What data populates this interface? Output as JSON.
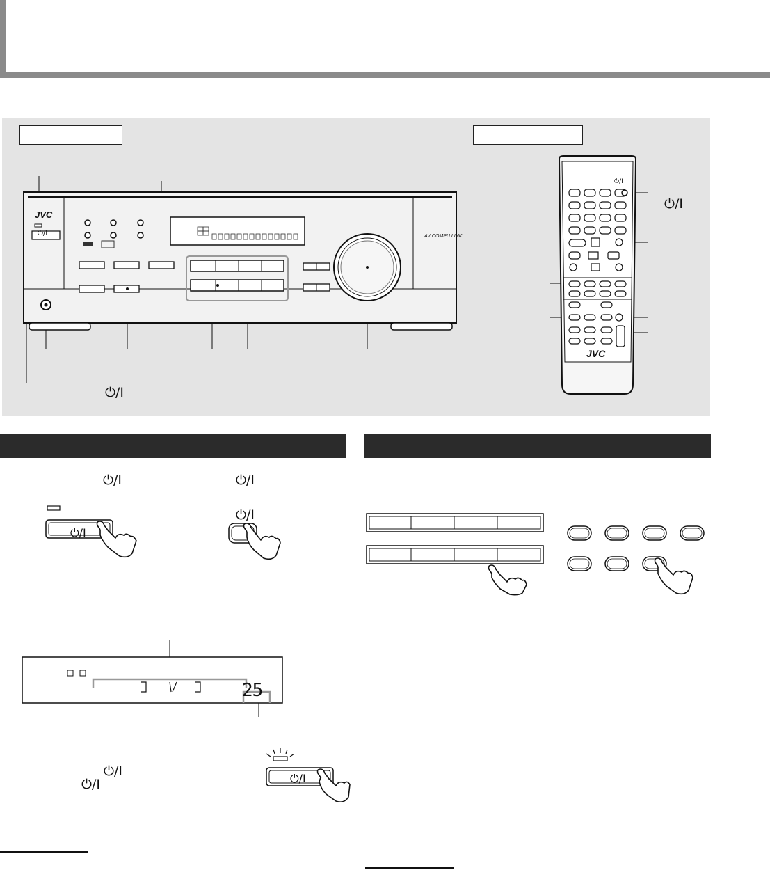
{
  "front_panel": {
    "brand": "JVC",
    "power_button_symbol": "⏻/I",
    "power_label_symbol": "⏻/I",
    "compu_link_badge": "AV COMPU LINK"
  },
  "remote": {
    "brand": "JVC",
    "power_symbol": "⏻/I",
    "power_label_symbol": "⏻/I"
  },
  "left_section": {
    "power_symbol_1": "⏻/I",
    "power_symbol_2": "⏻/I",
    "button_symbol": "⏻/I",
    "remote_button_symbol": "⏻/I",
    "display_readout": "25",
    "standby_text_symbol_1": "⏻/I",
    "standby_text_symbol_2": "⏻/I",
    "standby_button_symbol": "⏻/I"
  },
  "colors": {
    "panel_bg": "#e4e4e4",
    "section_bar": "#2b2b2b",
    "title_border": "#8a8a8a"
  }
}
